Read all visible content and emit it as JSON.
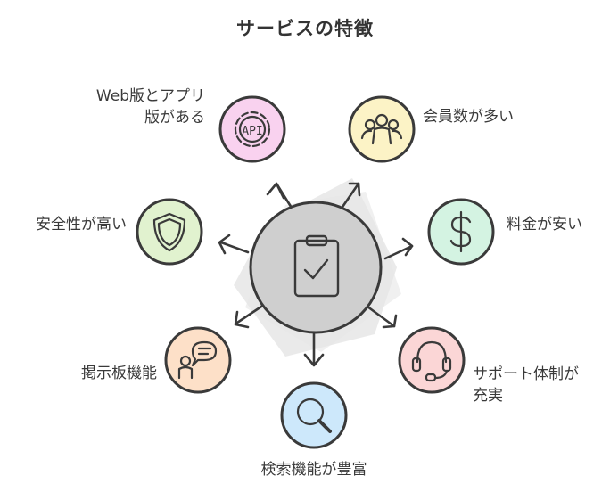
{
  "title": "サービスの特徴",
  "center": {
    "icon": "clipboard-check-icon"
  },
  "features": [
    {
      "lines": [
        "Web版とアプリ",
        "版がある"
      ],
      "icon": "gear-api-icon",
      "color": "#f9d2ef"
    },
    {
      "lines": [
        "会員数が多い"
      ],
      "icon": "people-group-icon",
      "color": "#fcf3c6"
    },
    {
      "lines": [
        "料金が安い"
      ],
      "icon": "dollar-icon",
      "color": "#d4f3e2"
    },
    {
      "lines": [
        "サポート体制が",
        "充実"
      ],
      "icon": "headset-icon",
      "color": "#fbd6d6"
    },
    {
      "lines": [
        "検索機能が豊富"
      ],
      "icon": "magnifier-icon",
      "color": "#cde8fb"
    },
    {
      "lines": [
        "掲示板機能"
      ],
      "icon": "person-chat-icon",
      "color": "#fde0c8"
    },
    {
      "lines": [
        "安全性が高い"
      ],
      "icon": "shield-icon",
      "color": "#e1f2cf"
    }
  ]
}
